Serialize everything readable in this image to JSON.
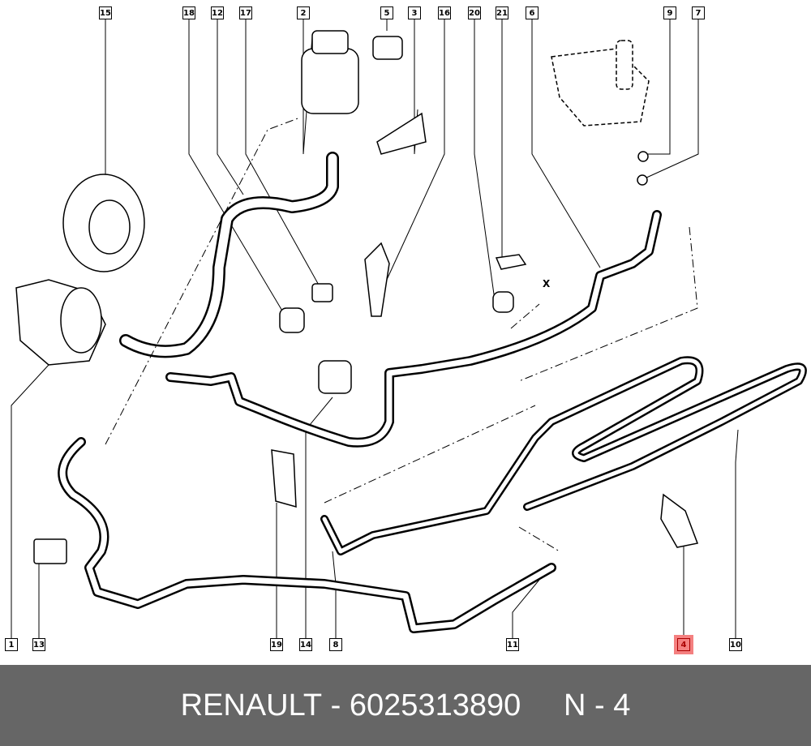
{
  "diagram": {
    "callouts_top": [
      "15",
      "18",
      "12",
      "17",
      "2",
      "5",
      "3",
      "16",
      "20",
      "21",
      "6",
      "9",
      "7"
    ],
    "callouts_bottom": [
      "1",
      "13",
      "19",
      "14",
      "8",
      "11",
      "4",
      "10"
    ],
    "highlighted": "4",
    "highlight_color": "#f48080",
    "section_marker": "X"
  },
  "footer": {
    "brand": "RENAULT",
    "separator": " - ",
    "part_number": "6025313890",
    "position_label": "N - 4"
  }
}
